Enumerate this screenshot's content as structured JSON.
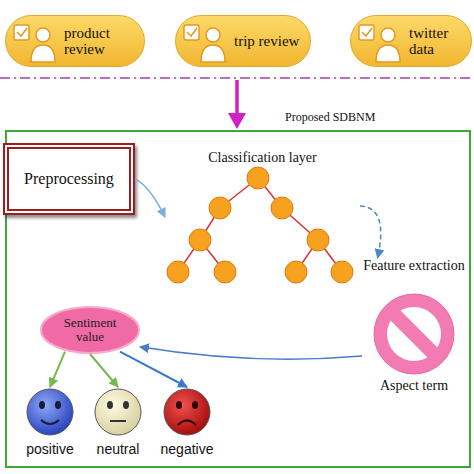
{
  "diagram": {
    "nodes": [
      {
        "text": [
          "product review"
        ]
      },
      {
        "text": [
          "trip review"
        ]
      },
      {
        "text": [
          "twitter data"
        ]
      },
      {
        "text": [
          "Proposed SDBNM"
        ]
      },
      {
        "text": [
          "Preprocessing"
        ],
        "in": 3
      },
      {
        "text": [
          "Classification layer"
        ],
        "in": 3
      },
      {
        "text": [
          "Feature extraction",
          "Aspect term"
        ],
        "in": 3
      },
      {
        "text": [
          "Sentiment value"
        ],
        "in": 3
      },
      {
        "text": [
          "positive"
        ],
        "in": 3
      },
      {
        "text": [
          "neutral"
        ],
        "in": 3
      },
      {
        "text": [
          "negative"
        ],
        "in": 3
      }
    ],
    "edges": [
      {
        "from": 4,
        "to": 5,
        "arrow": "to"
      },
      {
        "from": 5,
        "to": 6,
        "arrow": "to"
      },
      {
        "from": 6,
        "to": 7,
        "arrow": "to"
      },
      {
        "from": 7,
        "to": 8,
        "arrow": "to"
      },
      {
        "from": 7,
        "to": 9,
        "arrow": "to"
      },
      {
        "from": 7,
        "to": 10,
        "arrow": "to"
      }
    ]
  }
}
